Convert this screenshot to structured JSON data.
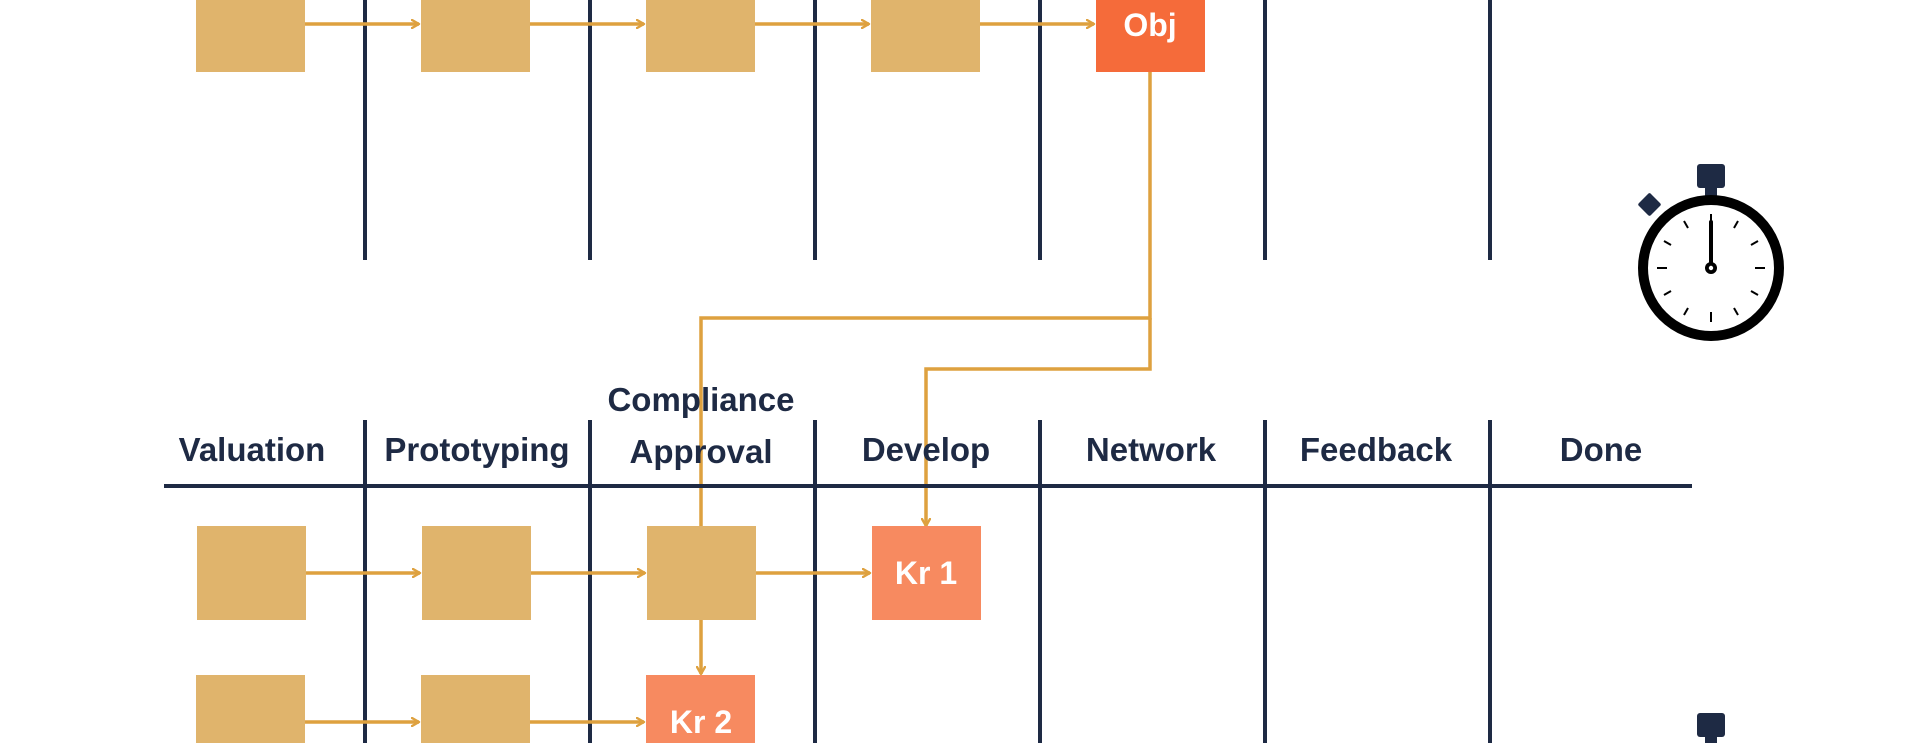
{
  "columns": [
    "Valuation",
    "Prototyping",
    "Compliance",
    "Approval",
    "Develop",
    "Network",
    "Feedback",
    "Done"
  ],
  "boxes": {
    "objective": "Obj",
    "key_result_1": "Kr 1",
    "key_result_2": "Kr 2"
  },
  "colors": {
    "task": "#e0b46c",
    "objective": "#f56b3a",
    "key_result": "#f78a60",
    "arrow": "#dea13f",
    "line": "#1e2a44"
  },
  "icons": [
    "stopwatch-icon"
  ]
}
